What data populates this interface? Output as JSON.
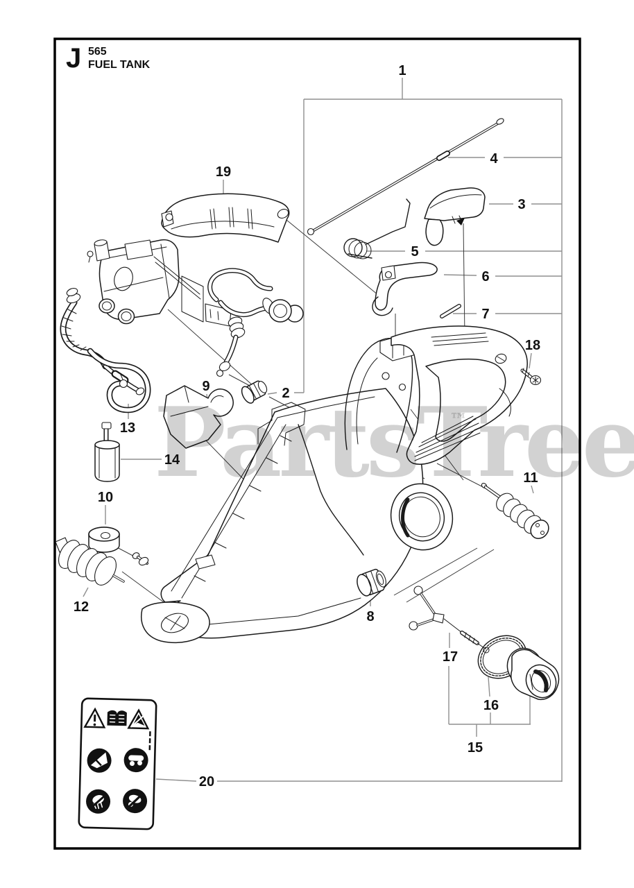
{
  "header": {
    "section_letter": "J",
    "model": "565",
    "title": "FUEL TANK"
  },
  "watermark": {
    "text": "PartsTree",
    "tm": "™"
  },
  "callouts": {
    "c1": "1",
    "c2": "2",
    "c3": "3",
    "c4": "4",
    "c5": "5",
    "c6": "6",
    "c7": "7",
    "c8": "8",
    "c9": "9",
    "c10": "10",
    "c11": "11",
    "c12": "12",
    "c13": "13",
    "c14": "14",
    "c15": "15",
    "c16": "16",
    "c17": "17",
    "c18": "18",
    "c19": "19",
    "c20": "20"
  },
  "colors": {
    "line": "#1a1a1a",
    "leader_line": "#8f8f8f",
    "watermark": "#d2d2d2",
    "border": "#000000",
    "background": "#ffffff"
  }
}
